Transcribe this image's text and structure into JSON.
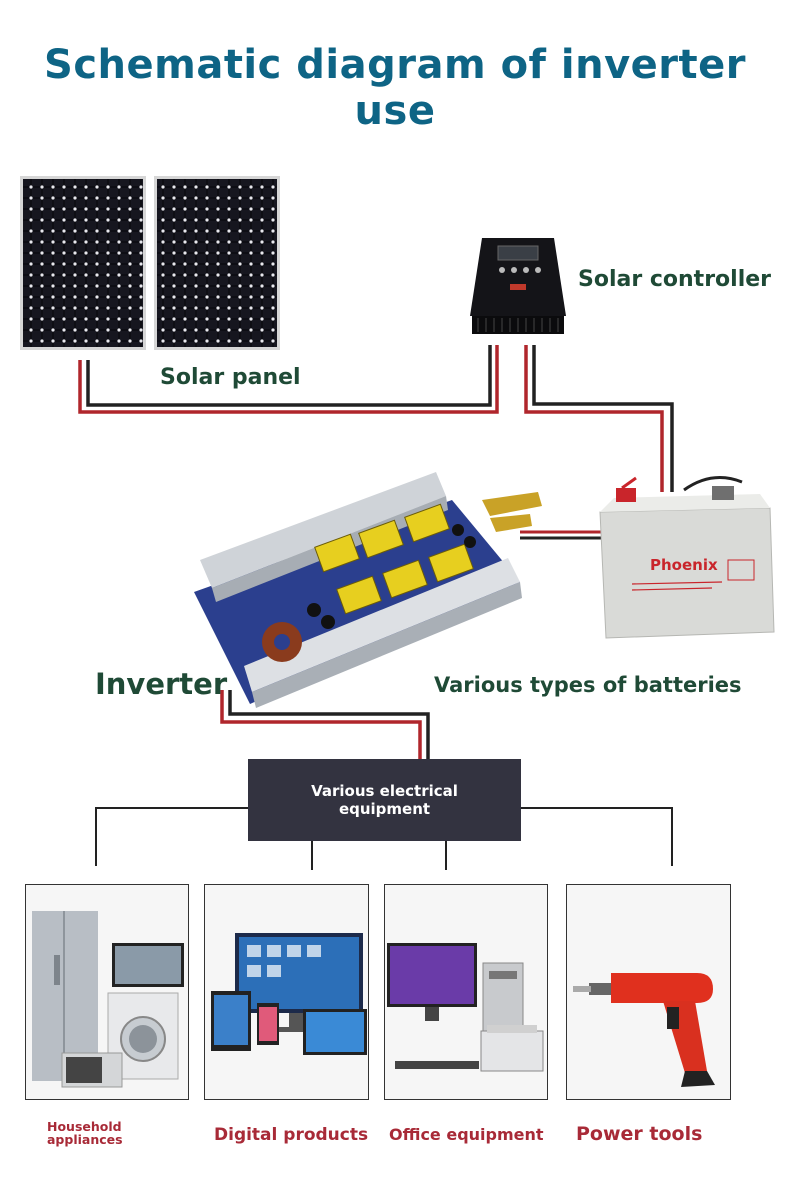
{
  "title": "Schematic diagram of inverter use",
  "labels": {
    "solar_panel": "Solar panel",
    "solar_controller": "Solar controller",
    "inverter": "Inverter",
    "batteries": "Various types of batteries",
    "equipment": "Various electrical equipment"
  },
  "battery": {
    "brand": "Phoenix"
  },
  "categories": [
    {
      "label": "Household appliances"
    },
    {
      "label": "Digital products"
    },
    {
      "label": "Office equipment"
    },
    {
      "label": "Power tools"
    }
  ],
  "colors": {
    "title": "#0e6485",
    "label": "#1f4a36",
    "category": "#a82a37",
    "wire_red": "#b0262c",
    "wire_black": "#222222",
    "equipment_box": "#333340"
  }
}
